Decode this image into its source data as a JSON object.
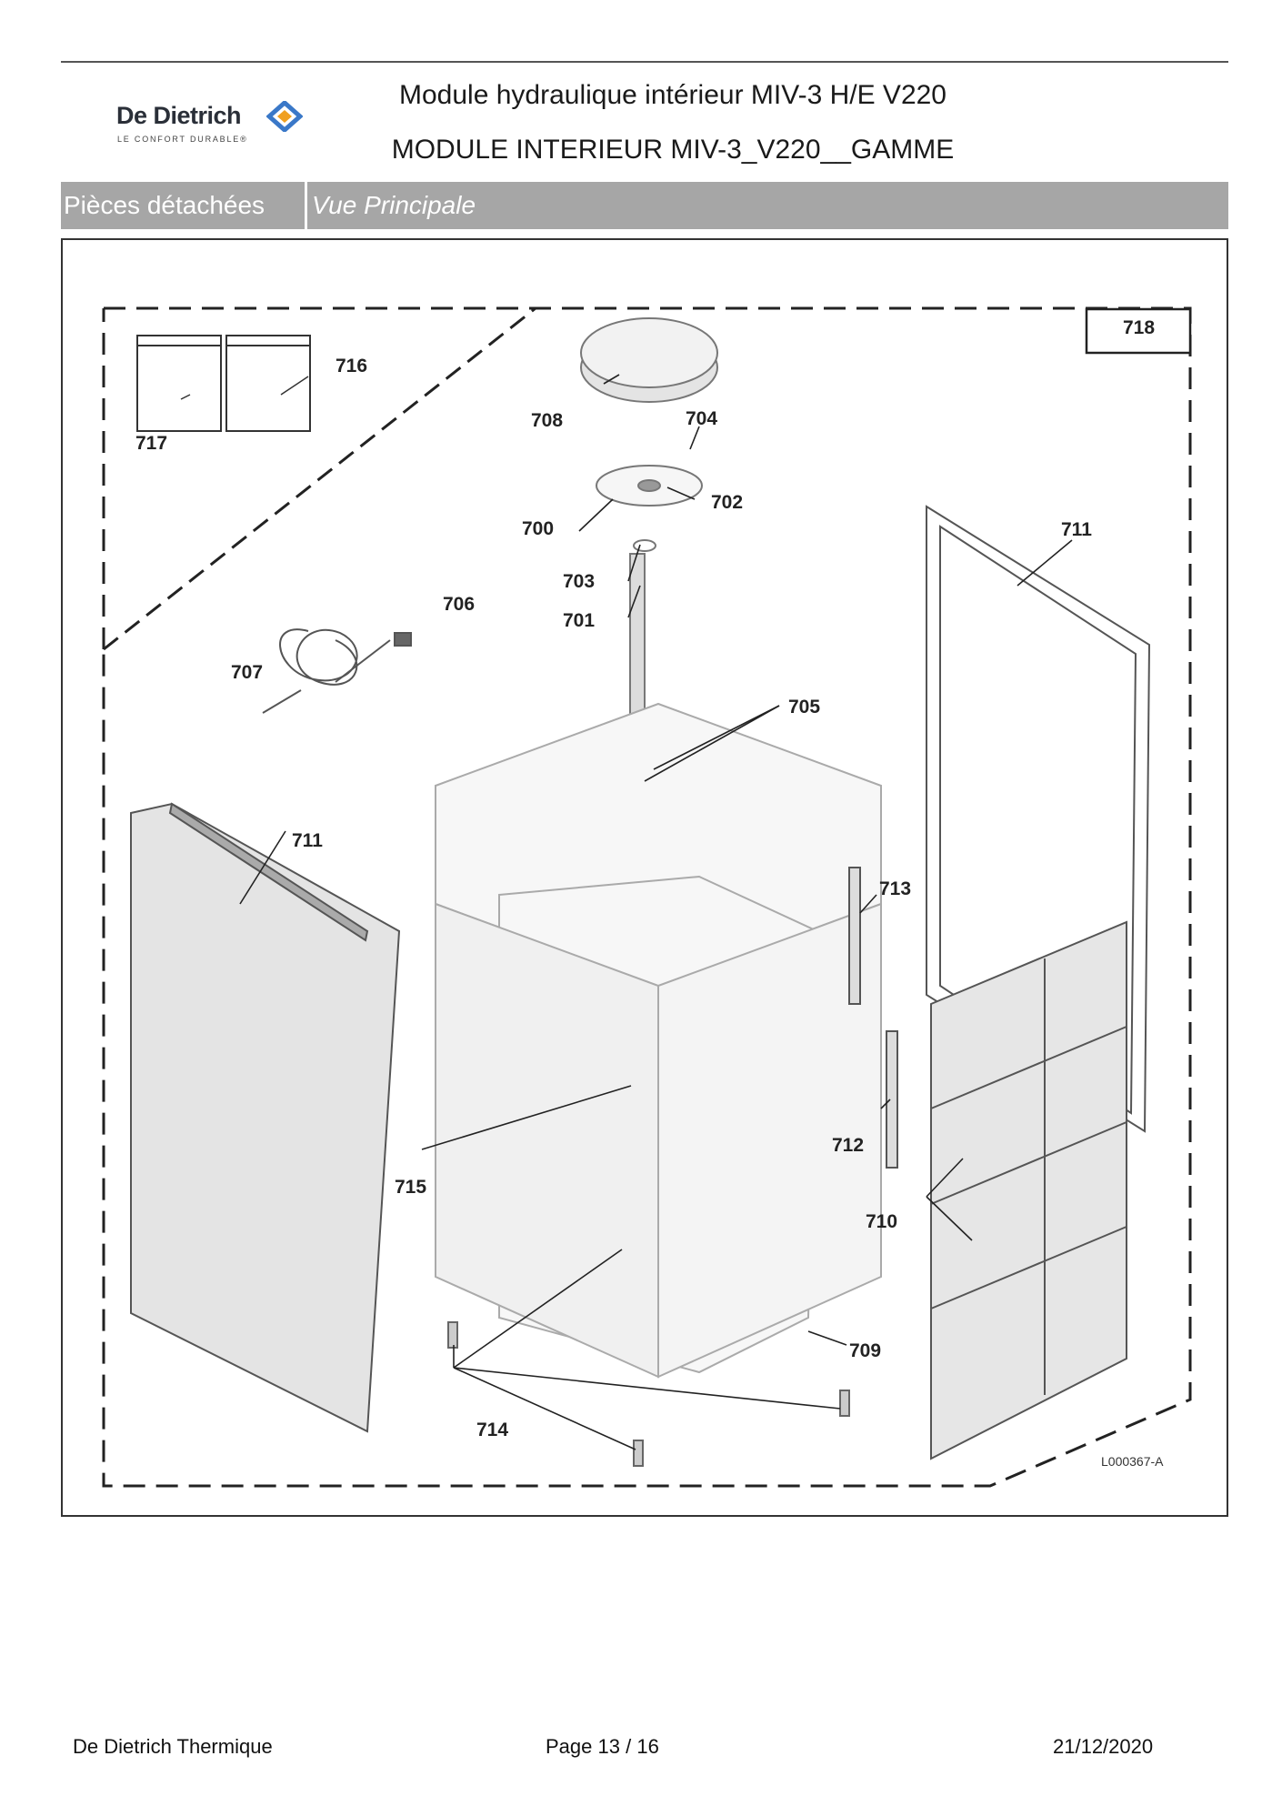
{
  "header": {
    "logo": {
      "name": "De Dietrich",
      "tagline": "LE CONFORT DURABLE®"
    },
    "title_line1": "Module hydraulique intérieur MIV-3 H/E V220",
    "title_line2": "MODULE INTERIEUR MIV-3_V220__GAMME"
  },
  "band": {
    "section": "Pièces détachées",
    "view": "Vue Principale"
  },
  "drawing": {
    "reference": "L000367-A",
    "part_labels": {
      "p700": "700",
      "p701": "701",
      "p702": "702",
      "p703": "703",
      "p704": "704",
      "p705": "705",
      "p706": "706",
      "p707": "707",
      "p708": "708",
      "p709": "709",
      "p710": "710",
      "p711a": "711",
      "p711b": "711",
      "p712": "712",
      "p713": "713",
      "p714": "714",
      "p715": "715",
      "p716": "716",
      "p717": "717",
      "p718": "718"
    }
  },
  "footer": {
    "company": "De Dietrich Thermique",
    "page_label": "Page",
    "page_current": "13",
    "page_sep": "/",
    "page_total": "16",
    "date": "21/12/2020"
  }
}
